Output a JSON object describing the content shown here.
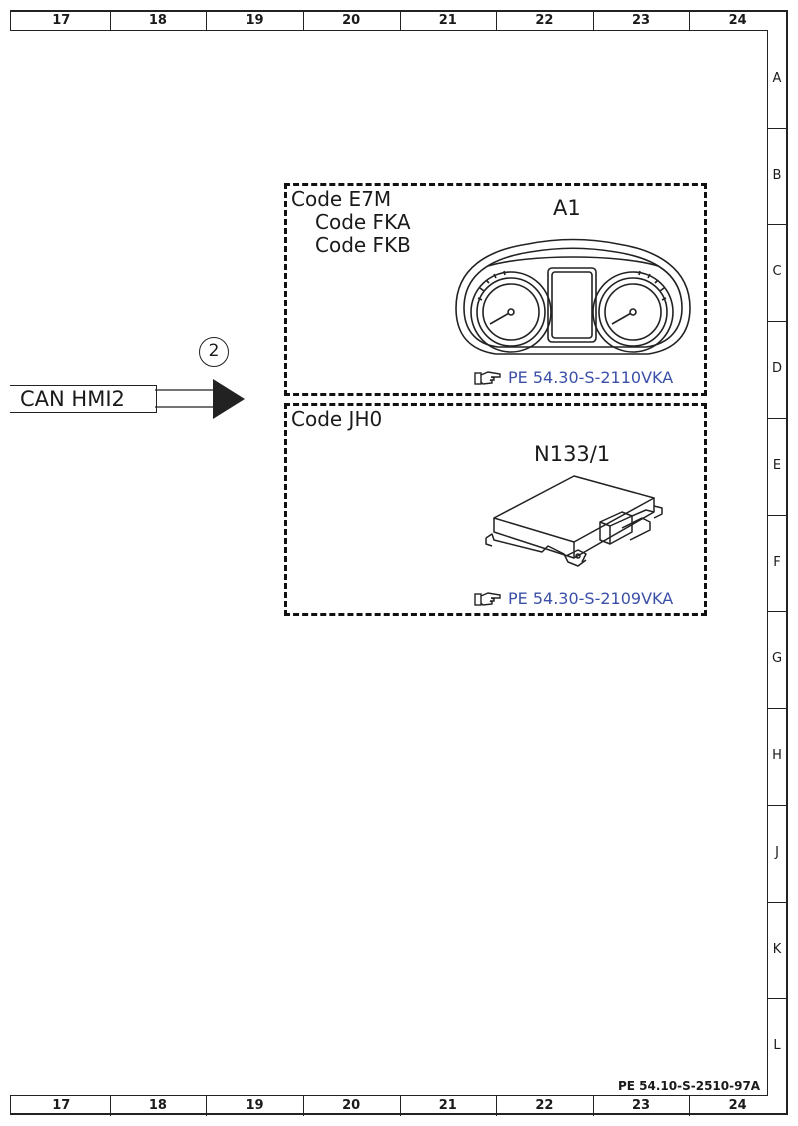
{
  "grid": {
    "columns": [
      "17",
      "18",
      "19",
      "20",
      "21",
      "22",
      "23",
      "24"
    ],
    "rows": [
      "A",
      "B",
      "C",
      "D",
      "E",
      "F",
      "G",
      "H",
      "J",
      "K",
      "L"
    ]
  },
  "signal": {
    "label": "CAN HMI2",
    "connector_number": "2"
  },
  "box_instrument": {
    "codes": [
      "Code E7M",
      "Code FKA",
      "Code FKB"
    ],
    "component_label": "A1",
    "reference": "PE 54.30-S-2110VKA",
    "reference_icon": "pointing-hand-icon"
  },
  "box_module": {
    "codes": [
      "Code JH0"
    ],
    "component_label": "N133/1",
    "reference": "PE 54.30-S-2109VKA",
    "reference_icon": "pointing-hand-icon"
  },
  "document_reference": "PE 54.10-S-2510-97A",
  "colors": {
    "line": "#222222",
    "link_blue": "#3a50a8"
  }
}
